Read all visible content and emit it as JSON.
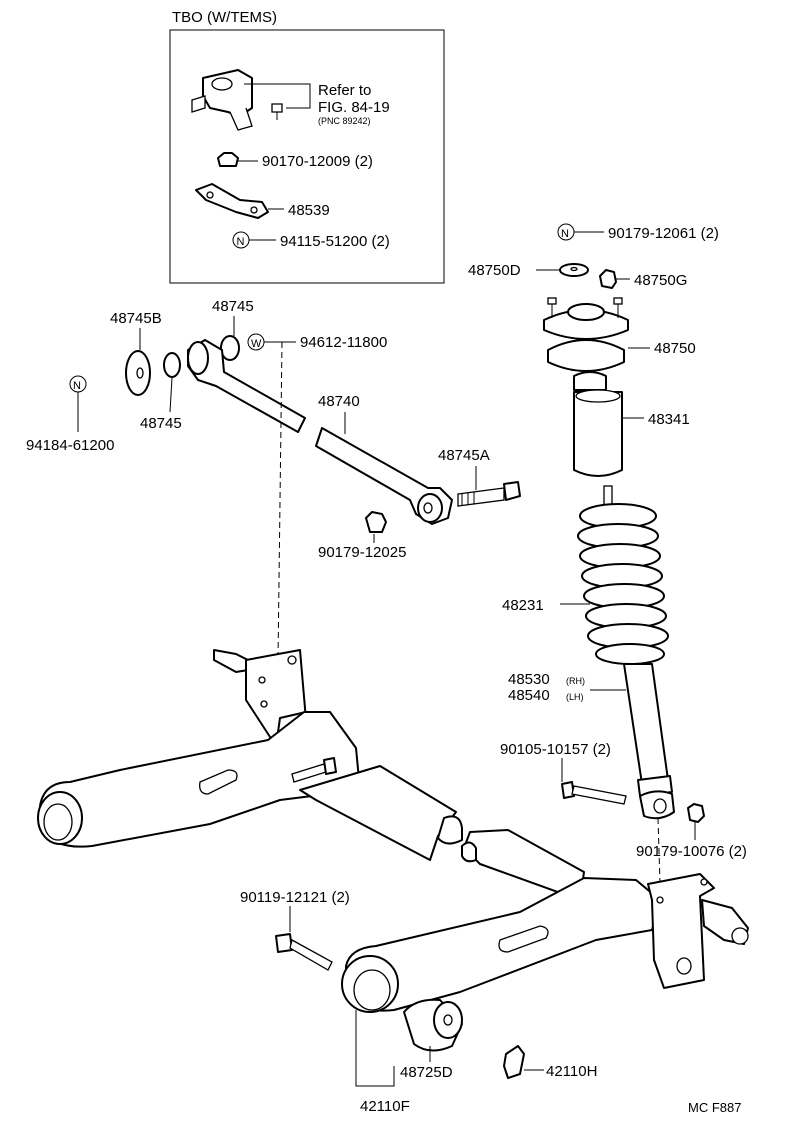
{
  "inset": {
    "title": "TBO (W/TEMS)",
    "refer_line1": "Refer to",
    "refer_line2": "FIG. 84-19",
    "refer_pnc": "(PNC 89242)",
    "nut_part": "90170-12009 (2)",
    "bracket_part": "48539",
    "n_mark": "N",
    "n_bolt_part": "94115-51200 (2)"
  },
  "labels": {
    "p48745B": "48745B",
    "p48745_top": "48745",
    "p48745_bottom": "48745",
    "w_mark": "W",
    "p94612": "94612-11800",
    "n_mark_left": "N",
    "p94184": "94184-61200",
    "p48740": "48740",
    "p48745A": "48745A",
    "p90179_12025": "90179-12025",
    "n_mark_right": "N",
    "p90179_12061": "90179-12061 (2)",
    "p48750D": "48750D",
    "p48750G": "48750G",
    "p48750": "48750",
    "p48341": "48341",
    "p48231": "48231",
    "p48530": "48530",
    "rh": "(RH)",
    "p48540": "48540",
    "lh": "(LH)",
    "p90105": "90105-10157 (2)",
    "p90179_10076": "90179-10076 (2)",
    "p90119": "90119-12121 (2)",
    "p48725D": "48725D",
    "p42110H": "42110H",
    "p42110F": "42110F",
    "fig_code": "MC F887"
  }
}
